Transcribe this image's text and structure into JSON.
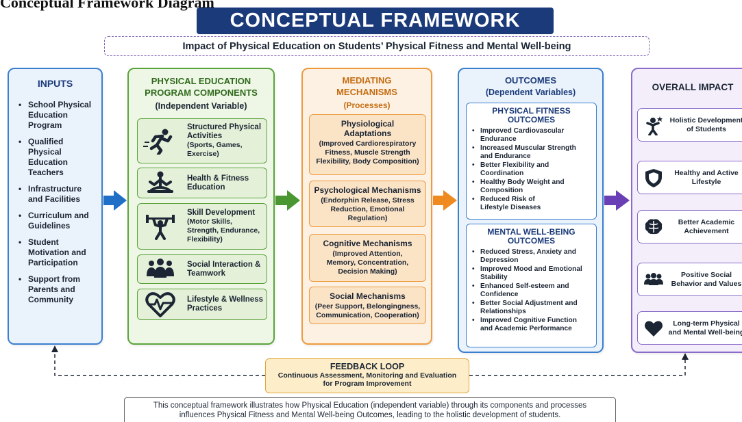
{
  "cut_heading": "Conceptual Framework Diagram",
  "title": "CONCEPTUAL FRAMEWORK",
  "subtitle": "Impact of  Physical Education on Students’ Physical Fitness and Mental Well-being",
  "inputs": {
    "heading": "INPUTS",
    "items": [
      "School Physical Education Program",
      "Qualified Physical Education Teachers",
      "Infrastructure and Facilities",
      "Curriculum and Guidelines",
      "Student Motivation and Participation",
      "Support from Parents and Community"
    ]
  },
  "pe": {
    "heading1": "PHYSICAL EDUCATION",
    "heading2": "PROGRAM COMPONENTS",
    "sub": "(Independent Variable)",
    "items": [
      {
        "title": "Structured Physical Activities",
        "sub": "(Sports, Games, Exercise)",
        "icon": "running-person-icon"
      },
      {
        "title": "Health & Fitness Education",
        "sub": "",
        "icon": "meditation-icon"
      },
      {
        "title": "Skill Development",
        "sub": "(Motor Skills, Strength, Endurance, Flexibility)",
        "icon": "weightlifter-icon"
      },
      {
        "title": "Social Interaction & Teamwork",
        "sub": "",
        "icon": "group-icon"
      },
      {
        "title": "Lifestyle & Wellness Practices",
        "sub": "",
        "icon": "heartbeat-icon"
      }
    ]
  },
  "mediating": {
    "heading1": "MEDIATING",
    "heading2": "MECHANISMS",
    "sub": "(Processes)",
    "items": [
      {
        "title": "Physiological Adaptations",
        "sub": "(Improved Cardiorespiratory Fitness, Muscle Strength Flexibility, Body Composition)"
      },
      {
        "title": "Psychological Mechanisms",
        "sub": "(Endorphin Release, Stress Reduction, Emotional Regulation)"
      },
      {
        "title": "Cognitive Mechanisms",
        "sub": "(Improved Attention, Memory, Concentration, Decision Making)"
      },
      {
        "title": "Social Mechanisms",
        "sub": "(Peer Support, Belongingness, Communication, Cooperation)"
      }
    ]
  },
  "outcomes": {
    "heading": "OUTCOMES",
    "sub": "(Dependent Variables)",
    "physical": {
      "title1": "PHYSICAL FITNESS",
      "title2": "OUTCOMES",
      "items": [
        "Improved Cardiovascular Endurance",
        "Increased Muscular Strength and Endurance",
        "Better Flexibility and Coordination",
        "Healthy Body Weight and Composition",
        "Reduced Risk of Lifestyle Diseases"
      ]
    },
    "mental": {
      "title1": "MENTAL WELL-BEING",
      "title2": "OUTCOMES",
      "items": [
        "Reduced Stress, Anxiety and Depression",
        "Improved Mood and Emotional Stability",
        "Enhanced Self-esteem and Confidence",
        "Better Social Adjustment and Relationships",
        "Improved Cognitive Function and Academic Performance"
      ]
    }
  },
  "impact": {
    "heading": "OVERALL IMPACT",
    "items": [
      {
        "label": "Holistic Development of Students",
        "icon": "person-star-icon"
      },
      {
        "label": "Healthy and Active Lifestyle",
        "icon": "shield-icon"
      },
      {
        "label": "Better Academic Achievement",
        "icon": "brain-icon"
      },
      {
        "label": "Positive Social Behavior and Values",
        "icon": "people-icon"
      },
      {
        "label": "Long-term Physical and Mental Well-being",
        "icon": "heart-icon"
      }
    ]
  },
  "feedback": {
    "title": "FEEDBACK LOOP",
    "line1": "Continuous Assessment, Monitoring and Evaluation",
    "line2": "for Program Improvement"
  },
  "footer": {
    "line1": "This conceptual framework illustrates how Physical Education (independent variable) through its components and processes",
    "line2": "influences Physical Fitness and Mental Well-being Outcomes, leading to the holistic development of students."
  },
  "colors": {
    "title_bg": "#1b3a7a",
    "inputs": "#3a7fcf",
    "pe": "#5aa33a",
    "mediating": "#ee9a3d",
    "outcomes": "#3a7fcf",
    "impact": "#8a6cc9"
  }
}
